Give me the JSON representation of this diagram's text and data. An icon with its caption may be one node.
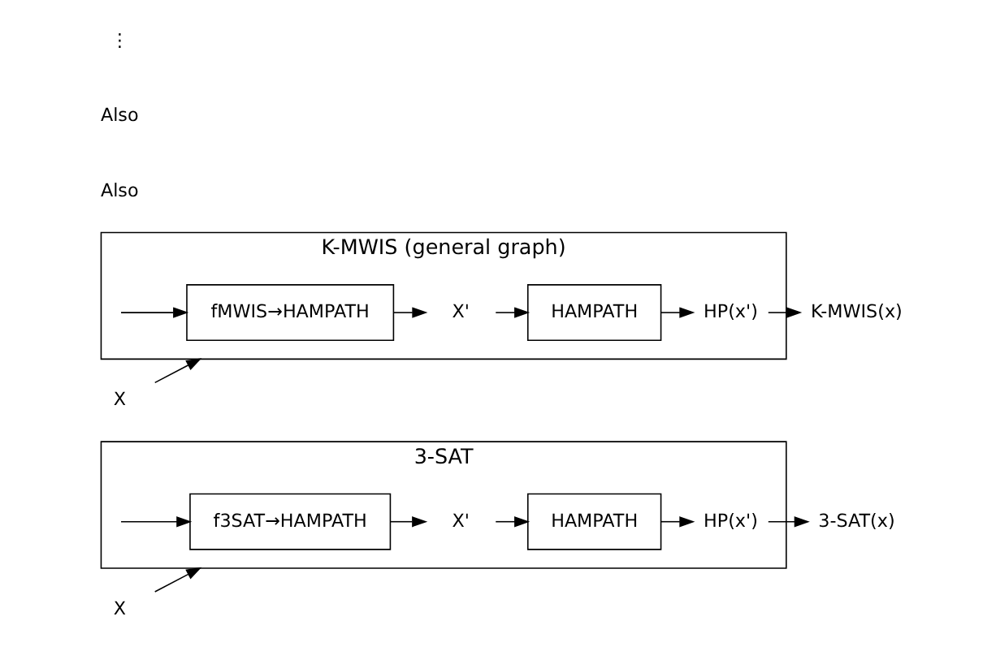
{
  "diagram": {
    "nodes": [
      {
        "text": [
          "3-SAT"
        ]
      },
      {
        "text": [
          "X"
        ]
      },
      {
        "text": [
          "f3SAT→HAMPATH"
        ],
        "in": 0
      },
      {
        "text": [
          "X'"
        ],
        "in": 0
      },
      {
        "text": [
          "HAMPATH"
        ],
        "in": 0
      },
      {
        "text": [
          "HP(x')"
        ],
        "in": 0
      },
      {
        "text": [
          "3-SAT(x)"
        ]
      },
      {
        "text": [
          "K-MWIS (general graph)"
        ]
      },
      {
        "text": [
          "X"
        ]
      },
      {
        "text": [
          "fMWIS→HAMPATH"
        ],
        "in": 7
      },
      {
        "text": [
          "X'"
        ],
        "in": 7
      },
      {
        "text": [
          "HAMPATH"
        ],
        "in": 7
      },
      {
        "text": [
          "HP(x')"
        ],
        "in": 7
      },
      {
        "text": [
          "K-MWIS(x)"
        ]
      }
    ],
    "edges": [
      {
        "from": 1,
        "to": 0,
        "arrow": "to"
      },
      {
        "from": null,
        "to": 2,
        "arrow": "to"
      },
      {
        "from": 2,
        "to": 3,
        "arrow": "to"
      },
      {
        "from": 3,
        "to": 4,
        "arrow": "to"
      },
      {
        "from": 4,
        "to": 5,
        "arrow": "to"
      },
      {
        "from": 5,
        "to": 6,
        "arrow": "to"
      },
      {
        "from": 8,
        "to": 7,
        "arrow": "to"
      },
      {
        "from": null,
        "to": 9,
        "arrow": "to"
      },
      {
        "from": 9,
        "to": 10,
        "arrow": "to"
      },
      {
        "from": 10,
        "to": 11,
        "arrow": "to"
      },
      {
        "from": 11,
        "to": 12,
        "arrow": "to"
      },
      {
        "from": 12,
        "to": 13,
        "arrow": "to"
      }
    ],
    "labels": [
      "Also",
      "Also",
      "⋮"
    ]
  }
}
